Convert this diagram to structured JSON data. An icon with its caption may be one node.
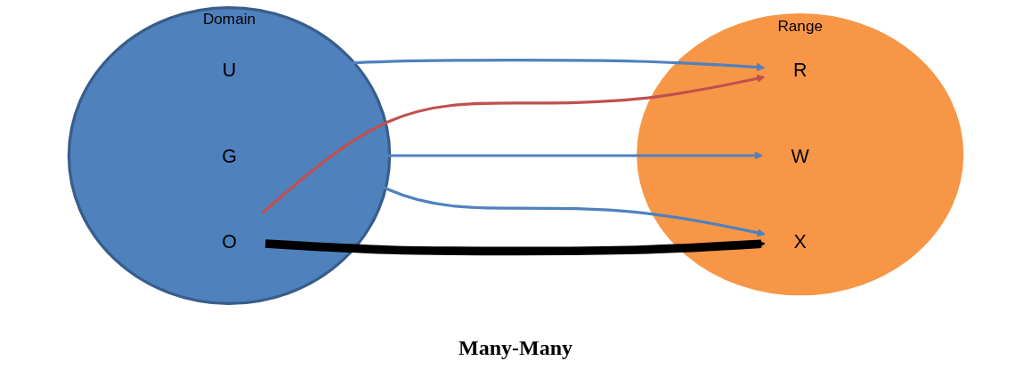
{
  "diagram": {
    "nodes": [
      {
        "text": [],
        "shape": "ellipse",
        "beside": [
          "Domain"
        ]
      },
      {
        "text": [
          "U"
        ],
        "in": 0
      },
      {
        "text": [
          "G"
        ],
        "in": 0
      },
      {
        "text": [
          "O"
        ],
        "in": 0
      },
      {
        "text": [],
        "shape": "ellipse",
        "beside": [
          "Range"
        ]
      },
      {
        "text": [
          "R"
        ],
        "in": 4
      },
      {
        "text": [
          "W"
        ],
        "in": 4
      },
      {
        "text": [
          "X"
        ],
        "in": 4
      }
    ],
    "edges": [
      {
        "from": 1,
        "to": 5,
        "arrow": "to"
      },
      {
        "from": 1,
        "to": 7,
        "arrow": "to"
      },
      {
        "from": 2,
        "to": 6,
        "arrow": "to"
      },
      {
        "from": 3,
        "to": 5,
        "arrow": "to",
        "color": "#c0504d"
      },
      {
        "from": 3,
        "to": 7,
        "arrow": "to",
        "style": "thick",
        "color": "#000000"
      }
    ],
    "labels": [
      "Many-Many"
    ]
  }
}
